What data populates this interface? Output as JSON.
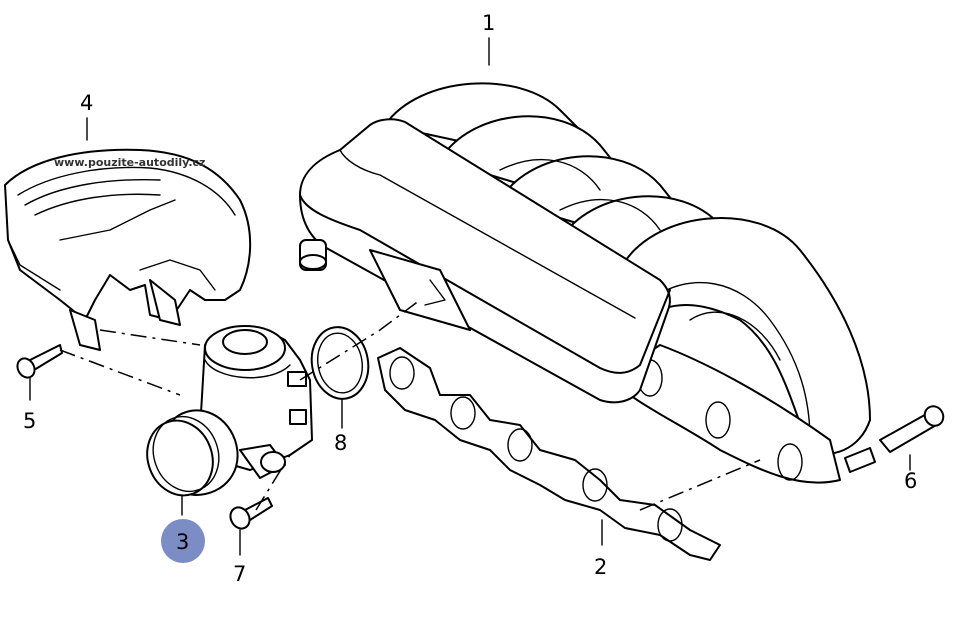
{
  "watermark": "www.pouzite-autodily.cz",
  "parts": [
    {
      "id": "1",
      "label": "1"
    },
    {
      "id": "2",
      "label": "2"
    },
    {
      "id": "3",
      "label": "3",
      "highlighted": true
    },
    {
      "id": "4",
      "label": "4"
    },
    {
      "id": "5",
      "label": "5"
    },
    {
      "id": "6",
      "label": "6"
    },
    {
      "id": "7",
      "label": "7"
    },
    {
      "id": "8",
      "label": "8"
    }
  ],
  "colors": {
    "line": "#000000",
    "highlight": "#7c8cc4",
    "background": "#ffffff"
  }
}
